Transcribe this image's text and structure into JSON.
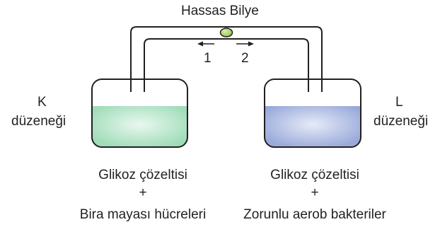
{
  "ball_label": "Hassas Bilye",
  "arrows": {
    "left": "1",
    "right": "2"
  },
  "left_setup": {
    "letter": "K",
    "name": "düzeneği",
    "liquid_color": "#9fdcb8"
  },
  "right_setup": {
    "letter": "L",
    "name": "düzeneği",
    "liquid_color": "#99a9d9"
  },
  "left_contents": {
    "line1": "Glikoz çözeltisi",
    "plus": "+",
    "line2": "Bira mayası hücreleri"
  },
  "right_contents": {
    "line1": "Glikoz çözeltisi",
    "plus": "+",
    "line2": "Zorunlu aerob bakteriler"
  },
  "colors": {
    "outline": "#231f20",
    "ball": "#8dc63f"
  }
}
